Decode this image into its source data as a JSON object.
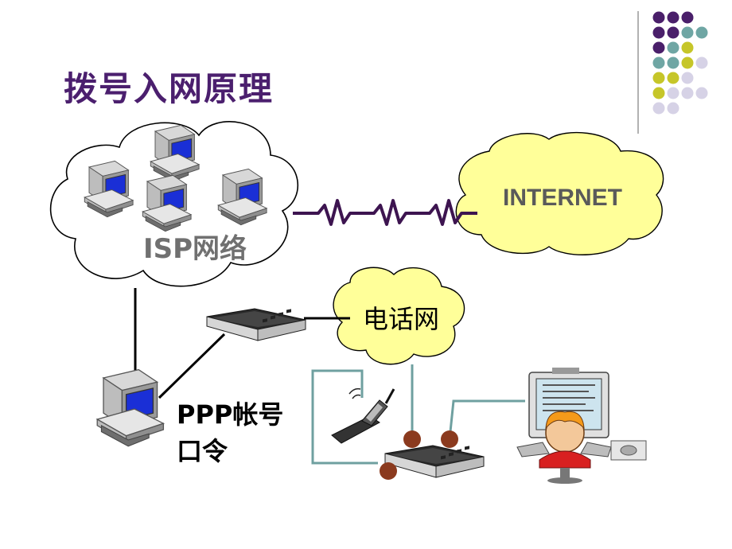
{
  "slide": {
    "title": "拨号入网原理"
  },
  "labels": {
    "isp_network": "ISP网络",
    "internet": "INTERNET",
    "phone_network": "电话网",
    "ppp_account_line1": "PPP帐号",
    "ppp_account_line2": "口令"
  },
  "colors": {
    "title": "#4b1f6e",
    "wave_line": "#3d1450",
    "internet_cloud_fill": "#ffff99",
    "isp_cloud_fill": "#ffffff",
    "cable_green": "#6fa0a0",
    "dot_purple": "#4a1f6a",
    "dot_teal": "#6fa6a4",
    "dot_olive": "#c6c629",
    "dot_lavender": "#d6d2e6",
    "connector_dot": "#8b3a1e"
  },
  "icons": [
    "server-computer-icon",
    "desktop-computer-icon",
    "modem-icon",
    "mobile-phone-icon",
    "user-at-computer-icon",
    "network-cloud-icon",
    "decorative-dot-grid"
  ]
}
